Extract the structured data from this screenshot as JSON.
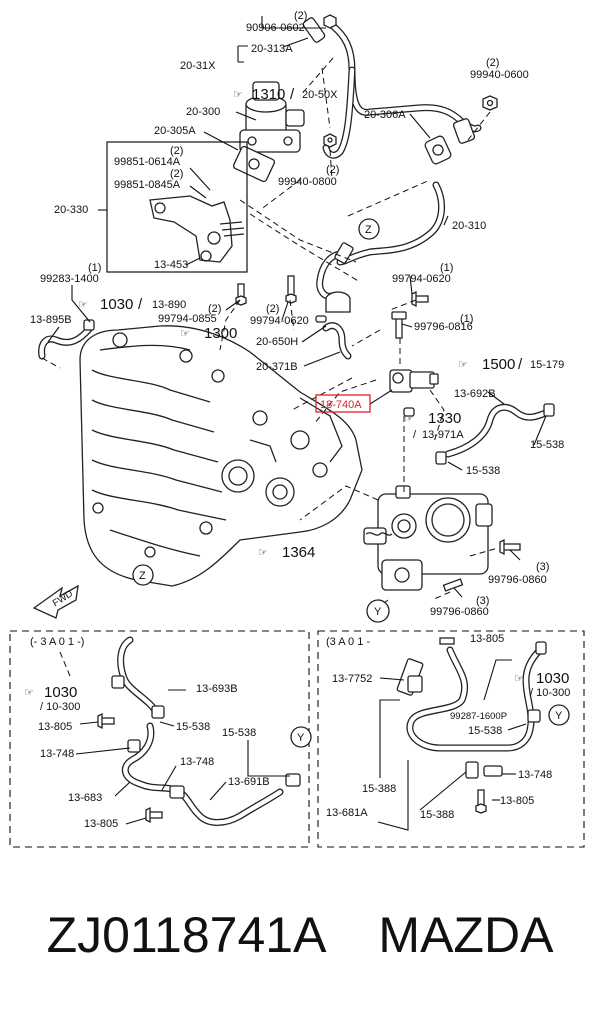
{
  "callouts": {
    "c1": "(2)",
    "c2": "90906-0602",
    "c3": "20-313A",
    "c4": "20-31X",
    "c5": "(2)",
    "c6": "99940-0600",
    "c7": "1310",
    "c8": "20-50X",
    "c9": "20-300",
    "c10": "20-306A",
    "c11": "20-305A",
    "c12": "(2)",
    "c13": "99851-0614A",
    "c14": "(2)",
    "c15": "99851-0845A",
    "c16": "20-330",
    "c17": "99940-0800",
    "c18": "(2)",
    "c19": "20-310",
    "c20": "Z",
    "c21": "13-453",
    "c22": "(1)",
    "c23": "99283-1400",
    "c24": "(1)",
    "c25": "99794-0620",
    "c26": "1030",
    "c27": "13-890",
    "c28": "(2)",
    "c29": "99794-0855",
    "c30": "13-895B",
    "c31": "(2)",
    "c32": "99794-0620",
    "c33": "(1)",
    "c34": "99796-0816",
    "c35": "1300",
    "c36": "20-650H",
    "c37": "20-371B",
    "c38": "1500",
    "c39": "15-179",
    "c40": "18-740A",
    "c41": "13-692B",
    "c42": "1330",
    "c43": "13-971A",
    "c44": "15-538",
    "c45": "15-538",
    "c46": "Z",
    "c47": "1364",
    "c48": "99796-0860",
    "c49": "(3)",
    "c50": "FWD",
    "c51": "Y",
    "c52": "(3)",
    "c53": "99796-0860"
  },
  "inset_left": {
    "range": "(- 3 A 0 1 -)",
    "labels": {
      "a1": "1030",
      "a2": "/ 10-300",
      "a3": "13-693B",
      "a4": "13-805",
      "a5": "15-538",
      "a6": "15-538",
      "a7": "13-748",
      "a8": "13-748",
      "a9": "Y",
      "a10": "13-691B",
      "a11": "13-683",
      "a12": "13-805"
    }
  },
  "inset_right": {
    "range": "(3 A 0 1 -",
    "labels": {
      "b1": "13-805",
      "b2": "13-7752",
      "b3": "1030",
      "b4": "/ 10-300",
      "b5": "99287-1600P",
      "b6": "Y",
      "b7": "15-538",
      "b8": "13-748",
      "b9": "15-388",
      "b10": "13-805",
      "b11": "13-681A",
      "b12": "15-388"
    }
  },
  "footer": {
    "part_number": "ZJ0118741A",
    "brand": "MAZDA"
  },
  "colors": {
    "highlight": "#e0212b",
    "ink": "#222222"
  }
}
